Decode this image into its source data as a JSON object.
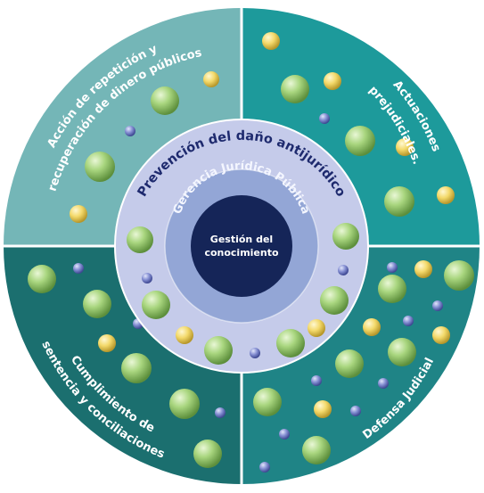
{
  "center": {
    "line1": "Gestión del",
    "line2": "conocimiento"
  },
  "rings": {
    "middle": "Gerencia Jurídica Pública",
    "outer": "Prevención del daño antijurídico"
  },
  "quadrants": {
    "top_left": {
      "line1": "Acción de repetición y",
      "line2": "recuperación de dinero públicos"
    },
    "top_right": {
      "line1": "Actuaciones",
      "line2": "prejudiciales."
    },
    "bottom_left": {
      "line1": "Cumplimiento de",
      "line2": "sentencia y conciliaciones"
    },
    "bottom_right": {
      "line1": "Defensa Judicial"
    }
  },
  "colors": {
    "top_left": "#74b6b7",
    "top_right": "#1d9a9b",
    "bottom_left": "#1b6f6f",
    "bottom_right": "#1f8486",
    "outer_ring": "#c5cbea",
    "middle_ring": "#93a6d6",
    "center": "#152558",
    "divider": "#ffffff",
    "ball_green": "#9dcf73",
    "ball_yellow": "#f3d96a",
    "ball_blue": "#7e88cc",
    "label": "#ffffff",
    "ring_text": "#1e2a6e"
  }
}
